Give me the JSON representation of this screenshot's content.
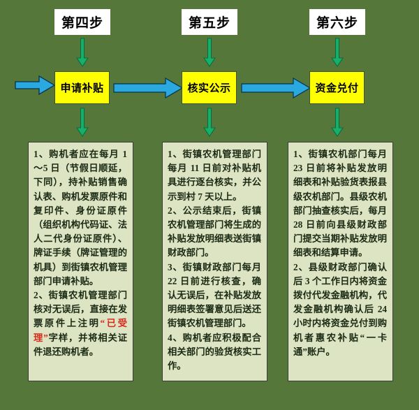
{
  "diagram": {
    "title_hidden": "",
    "background_color": "#55783a",
    "accent_yellow": "#ffff00",
    "accent_blue": "#2aa8e0",
    "accent_green": "#17b06b",
    "panel_color": "#dde4c4",
    "highlight_color": "#d92b1c"
  },
  "steps": [
    {
      "label": "第四步",
      "stage": "申请补贴",
      "detail_items": [
        "1、购机者应在每月 1～5 日（节假日顺延，下同），持补贴销售确认表、购机发票原件和复印件、身份证原件（组织机构代码证、法人二代身份证原件）、牌证手续（牌证管理的机具）到街镇农机管理部门申请补贴。",
        "2、街镇农机管理部门核对无误后，直接在发票原件上注明",
        "“已受理”",
        "字样，并将相关证件退还购机者。"
      ]
    },
    {
      "label": "第五步",
      "stage": "核实公示",
      "detail_items": [
        "1、街镇农机管理部门每月 11 日前对补贴机具进行逐台核实，并公示到村 7 天以上。",
        "2、公示结束后，街镇农机管理部门将生成的补贴发放明细表送街镇财政部门。",
        "3、街镇财政部门每月 22 日前进行核查，确认无误后，在补贴发放明细表签署意见后送还街镇农机管理部门。",
        "4、购机者应积极配合相关部门的验货核实工作。"
      ]
    },
    {
      "label": "第六步",
      "stage": "资金兑付",
      "detail_items": [
        "1、街镇农机部门每月 23 日前将补贴发放明细表和补贴验货表报县级农机部门。县级农机部门抽查核实后，每月 28 日前向县级财政部门提交当期补贴发放明细表和结算申请。",
        "2、县级财政部门确认后 3 个工作日内将资金拨付代发金融机构，代发金融机构确认后 24 小时内将资金兑付到购机者惠农补贴“一卡通”账户。"
      ]
    }
  ],
  "connectors": {
    "incoming_arrow_name": "blue-arrow-right",
    "between_arrow_name": "blue-arrow-right",
    "down_arrow_name": "green-arrow-down"
  }
}
